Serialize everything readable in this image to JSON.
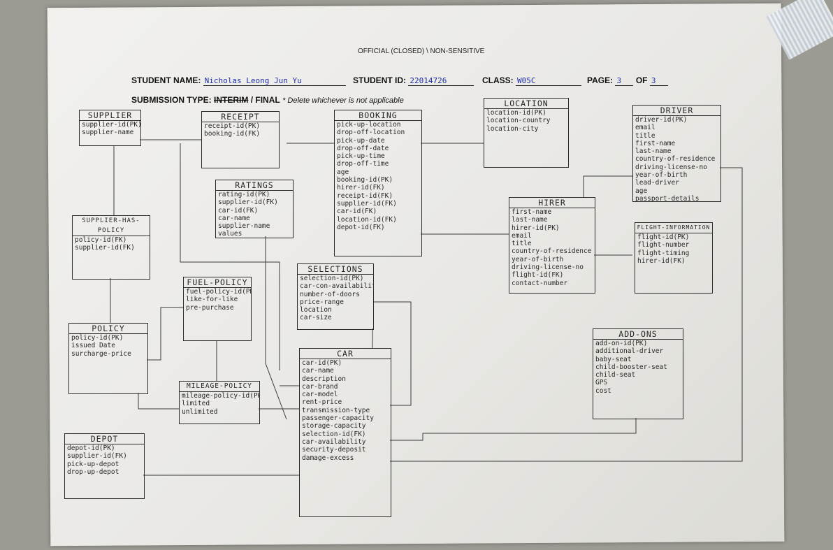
{
  "header": {
    "classification": "OFFICIAL (CLOSED) \\ NON-SENSITIVE",
    "student_name_label": "STUDENT NAME:",
    "student_name_value": "Nicholas Leong Jun Yu",
    "student_id_label": "STUDENT ID:",
    "student_id_value": "22014726",
    "class_label": "CLASS:",
    "class_value": "W05C",
    "page_label": "PAGE:",
    "page_value": "3",
    "of_label": "OF",
    "of_value": "3",
    "submission_label": "SUBMISSION TYPE:",
    "submission_interim": "INTERIM",
    "submission_final": "/ FINAL",
    "submission_note": "* Delete whichever is not applicable"
  },
  "entities": {
    "supplier": {
      "title": "SUPPLIER",
      "attrs": [
        "supplier-id(PK)",
        "supplier-name"
      ]
    },
    "receipt": {
      "title": "RECEIPT",
      "attrs": [
        "receipt-id(PK)",
        "booking-id(FK)"
      ]
    },
    "booking": {
      "title": "BOOKING",
      "attrs": [
        "pick-up-location",
        "drop-off-location",
        "pick-up-date",
        "drop-off-date",
        "pick-up-time",
        "drop-off-time",
        "age",
        "booking-id(PK)",
        "hirer-id(FK)",
        "receipt-id(FK)",
        "supplier-id(FK)",
        "car-id(FK)",
        "location-id(FK)",
        "depot-id(FK)"
      ]
    },
    "location": {
      "title": "LOCATION",
      "attrs": [
        "location-id(PK)",
        "location-country",
        "location-city"
      ]
    },
    "driver": {
      "title": "DRIVER",
      "attrs": [
        "driver-id(PK)",
        "email",
        "title",
        "first-name",
        "last-name",
        "country-of-residence",
        "driving-license-no",
        "year-of-birth",
        "lead-driver",
        "age",
        "passport-details"
      ]
    },
    "ratings": {
      "title": "RATINGS",
      "attrs": [
        "rating-id(PK)",
        "supplier-id(FK)",
        "car-id(FK)",
        "car-name",
        "supplier-name",
        "values"
      ]
    },
    "supplier_has_policy": {
      "title": "SUPPLIER-HAS-POLICY",
      "attrs": [
        "policy-id(FK)",
        "supplier-id(FK)"
      ]
    },
    "hirer": {
      "title": "HIRER",
      "attrs": [
        "first-name",
        "last-name",
        "hirer-id(PK)",
        "email",
        "title",
        "country-of-residence",
        "year-of-birth",
        "driving-license-no",
        "flight-id(FK)",
        "contact-number"
      ]
    },
    "flight_information": {
      "title": "FLIGHT-INFORMATION",
      "attrs": [
        "flight-id(PK)",
        "flight-number",
        "flight-timing",
        "hirer-id(FK)"
      ]
    },
    "selections": {
      "title": "SELECTIONS",
      "attrs": [
        "selection-id(PK)",
        "car-con-availability",
        "number-of-doors",
        "price-range",
        "location",
        "car-size"
      ]
    },
    "fuel_policy": {
      "title": "FUEL-POLICY",
      "attrs": [
        "fuel-policy-id(PK)",
        "like-for-like",
        "pre-purchase"
      ]
    },
    "policy": {
      "title": "POLICY",
      "attrs": [
        "policy-id(PK)",
        "issued Date",
        "surcharge-price"
      ]
    },
    "add_ons": {
      "title": "ADD-ONS",
      "attrs": [
        "add-on-id(PK)",
        "additional-driver",
        "baby-seat",
        "child-booster-seat",
        "child-seat",
        "GPS",
        "cost"
      ]
    },
    "car": {
      "title": "CAR",
      "attrs": [
        "car-id(PK)",
        "car-name",
        "description",
        "car-brand",
        "car-model",
        "rent-price",
        "transmission-type",
        "passenger-capacity",
        "storage-capacity",
        "selection-id(FK)",
        "car-availability",
        "security-deposit",
        "damage-excess"
      ]
    },
    "mileage_policy": {
      "title": "MILEAGE-POLICY",
      "attrs": [
        "mileage-policy-id(PK)",
        "limited",
        "unlimited"
      ]
    },
    "depot": {
      "title": "DEPOT",
      "attrs": [
        "depot-id(PK)",
        "supplier-id(FK)",
        "pick-up-depot",
        "drop-up-depot"
      ]
    }
  }
}
